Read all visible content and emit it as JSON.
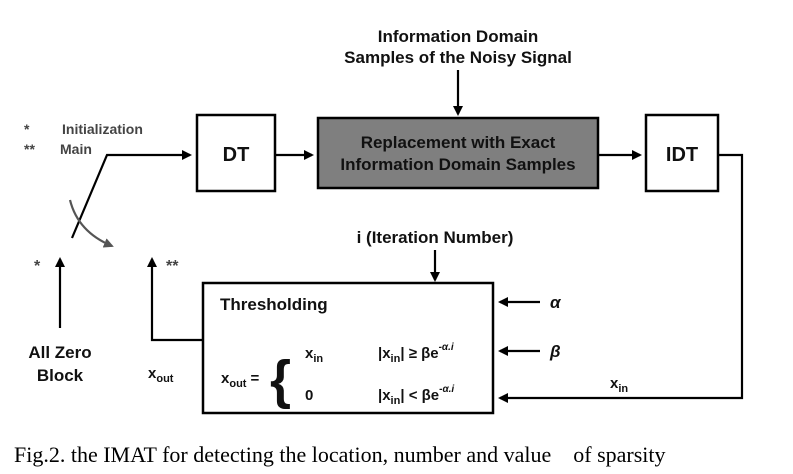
{
  "top_label": {
    "line1": "Information Domain",
    "line2": "Samples of the Noisy Signal"
  },
  "legend": {
    "star1": "*",
    "star1_text": "Initialization",
    "star2": "**",
    "star2_text": "Main"
  },
  "blocks": {
    "dt": "DT",
    "replacement_line1": "Replacement with Exact",
    "replacement_line2": "Information Domain Samples",
    "idt": "IDT",
    "thresholding": "Thresholding"
  },
  "iteration_label": "i (Iteration Number)",
  "inputs": {
    "alpha": "α",
    "beta": "β"
  },
  "switch": {
    "star1": "*",
    "star2": "**"
  },
  "all_zero": {
    "line1": "All Zero",
    "line2": "Block"
  },
  "signals": {
    "xout_base": "x",
    "xout_sub": "out",
    "xin_base": "x",
    "xin_sub": "in"
  },
  "formula": {
    "lhs_base": "x",
    "lhs_sub": "out",
    "equals": "=",
    "case1_val_base": "x",
    "case1_val_sub": "in",
    "case1_cond_pre": "|x",
    "case1_cond_sub": "in",
    "case1_cond_op": "| ≥ β",
    "case1_cond_e": "e",
    "case1_cond_exp": "-α.i",
    "case2_val": "0",
    "case2_cond_pre": "|x",
    "case2_cond_sub": "in",
    "case2_cond_op": "| < β",
    "case2_cond_e": "e",
    "case2_cond_exp": "-α.i"
  },
  "caption": "Fig.2. the IMAT for detecting the location, number and value    of sparsity"
}
